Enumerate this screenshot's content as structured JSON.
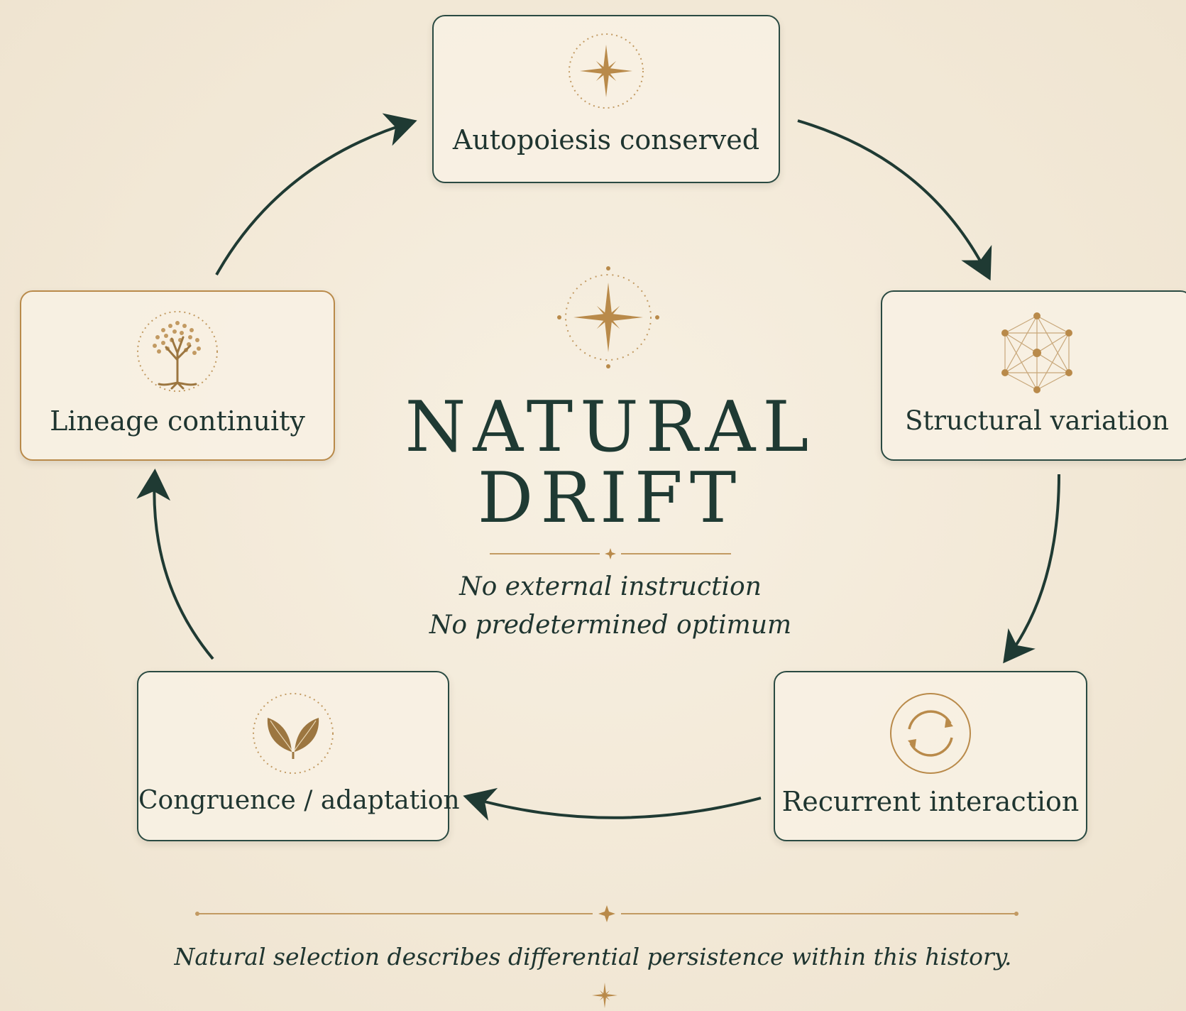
{
  "diagram": {
    "title_line1": "NATURAL",
    "title_line2": "DRIFT",
    "subtitle_line1": "No external instruction",
    "subtitle_line2": "No predetermined optimum",
    "footnote": "Natural selection describes differential persistence within this history.",
    "nodes": [
      {
        "id": "autopoiesis",
        "label": "Autopoiesis conserved",
        "icon": "compass-star-icon"
      },
      {
        "id": "structural",
        "label": "Structural variation",
        "icon": "network-hexagon-icon"
      },
      {
        "id": "recurrent",
        "label": "Recurrent interaction",
        "icon": "cycle-arrows-icon"
      },
      {
        "id": "congruence",
        "label": "Congruence / adaptation",
        "icon": "leaf-sprout-icon"
      },
      {
        "id": "lineage",
        "label": "Lineage continuity",
        "icon": "tree-icon"
      }
    ],
    "edges": [
      {
        "from": "autopoiesis",
        "to": "structural"
      },
      {
        "from": "structural",
        "to": "recurrent"
      },
      {
        "from": "recurrent",
        "to": "congruence"
      },
      {
        "from": "congruence",
        "to": "lineage"
      },
      {
        "from": "lineage",
        "to": "autopoiesis"
      }
    ],
    "colors": {
      "background": "#f3ead9",
      "ink": "#1f3a33",
      "border": "#2a4a42",
      "gold": "#b98a4a"
    }
  }
}
